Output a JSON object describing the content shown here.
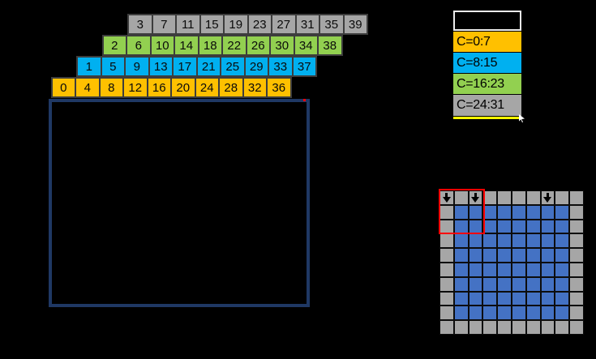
{
  "staircase": {
    "rows": [
      {
        "name": "gray",
        "color": "#A6A6A6",
        "values": [
          "3",
          "7",
          "11",
          "15",
          "19",
          "23",
          "27",
          "31",
          "35",
          "39"
        ]
      },
      {
        "name": "green",
        "color": "#92D050",
        "values": [
          "2",
          "6",
          "10",
          "14",
          "18",
          "22",
          "26",
          "30",
          "34",
          "38"
        ]
      },
      {
        "name": "blue",
        "color": "#00B0F0",
        "values": [
          "1",
          "5",
          "9",
          "13",
          "17",
          "21",
          "25",
          "29",
          "33",
          "37"
        ]
      },
      {
        "name": "orange",
        "color": "#FFC000",
        "values": [
          "0",
          "4",
          "8",
          "12",
          "16",
          "20",
          "24",
          "28",
          "32",
          "36"
        ]
      }
    ]
  },
  "rectangle": {
    "border_color": "#1F3864",
    "anchor_dot_color": "#FF0000"
  },
  "legend": {
    "items": [
      {
        "label": "",
        "fill": "none",
        "border": "#EDEDED"
      },
      {
        "label": "C=0:7",
        "fill": "#FFC000"
      },
      {
        "label": "C=8:15",
        "fill": "#00B0F0"
      },
      {
        "label": "C=16:23",
        "fill": "#92D050"
      },
      {
        "label": "C=24:31",
        "fill": "#A6A6A6"
      }
    ],
    "underline_color": "#FFFF00"
  },
  "grid": {
    "rows": 10,
    "cols": 10,
    "edge_color": "#A6A6A6",
    "interior_color": "#4472C4",
    "arrow_cols": [
      0,
      2,
      7
    ],
    "arrow_color": "#000000",
    "highlight": {
      "row_span": 3,
      "col_span": 3,
      "color": "#FF0000"
    }
  }
}
